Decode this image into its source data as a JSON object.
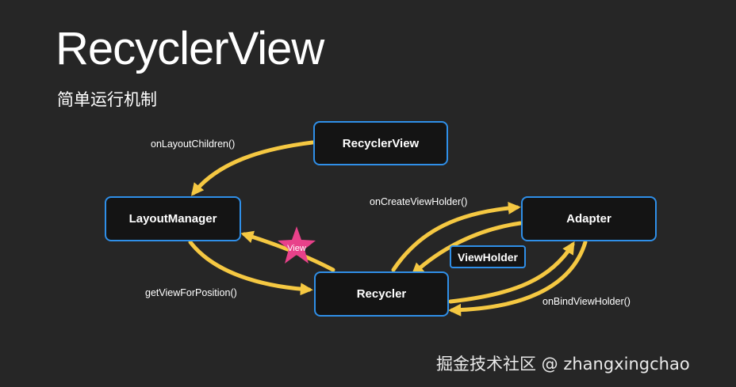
{
  "slide": {
    "title": "RecyclerView",
    "subtitle": "简单运行机制"
  },
  "nodes": {
    "recyclerview": "RecyclerView",
    "layoutmanager": "LayoutManager",
    "adapter": "Adapter",
    "recycler": "Recycler",
    "viewholder": "ViewHolder"
  },
  "edges": {
    "on_layout_children": "onLayoutChildren()",
    "on_create_view_holder": "onCreateViewHolder()",
    "get_view_for_position": "getViewForPosition()",
    "on_bind_view_holder": "onBindViewHolder()"
  },
  "star_label": "View",
  "watermark": "掘金技术社区 @ zhangxingchao",
  "colors": {
    "background": "#262626",
    "node_border": "#2f8fe8",
    "node_fill": "#141414",
    "arrow": "#f5c842",
    "star": "#e8418a",
    "text": "#ffffff"
  }
}
